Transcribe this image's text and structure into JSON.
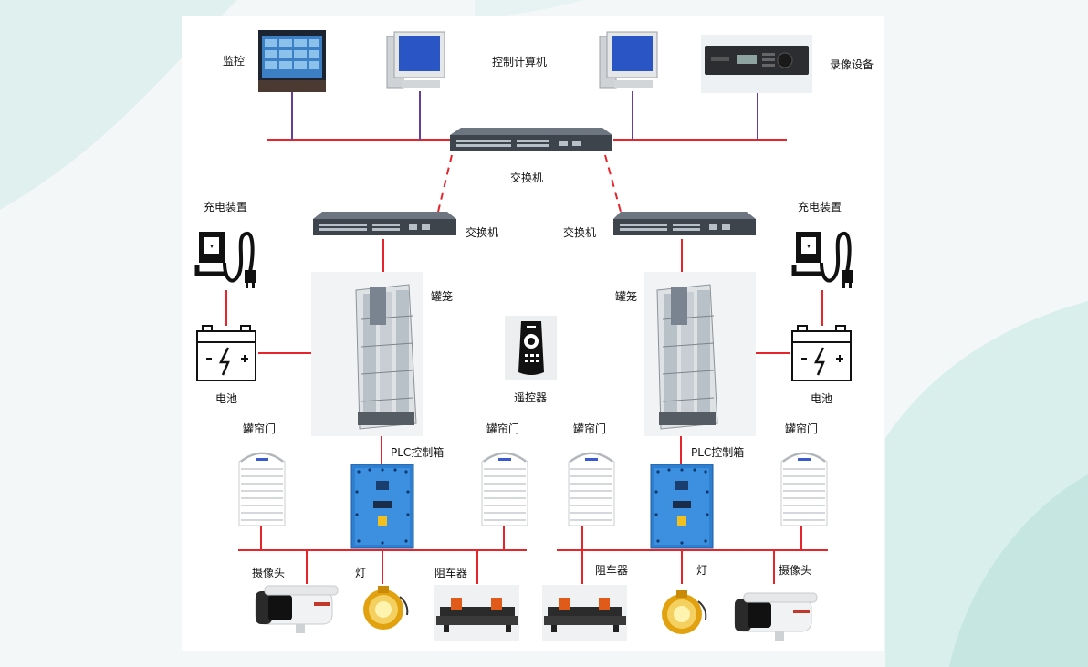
{
  "colors": {
    "line": "#e8242b",
    "link": "#6a3d9a",
    "background": "#f4f7f8",
    "panel": "#ffffff",
    "accent": "#bfe3e1"
  },
  "labels": {
    "monitor": "监控",
    "control_computer": "控制计算机",
    "recorder": "录像设备",
    "core_switch": "交换机",
    "switch_left": "交换机",
    "switch_right": "交换机",
    "charger_left": "充电装置",
    "charger_right": "充电装置",
    "battery_left": "电池",
    "battery_right": "电池",
    "cage_left": "罐笼",
    "cage_right": "罐笼",
    "remote": "遥控器",
    "door_1": "罐帘门",
    "door_2": "罐帘门",
    "door_3": "罐帘门",
    "door_4": "罐帘门",
    "plc_left": "PLC控制箱",
    "plc_right": "PLC控制箱",
    "camera_left": "摄像头",
    "lamp_left": "灯",
    "stopper_left": "阻车器",
    "stopper_right": "阻车器",
    "lamp_right": "灯",
    "camera_right": "摄像头"
  },
  "icons": {
    "monitor_wall": "video-wall-icon",
    "computer": "desktop-computer-icon",
    "recorder": "dvr-recorder-icon",
    "switch": "network-switch-icon",
    "charger": "charger-icon",
    "battery": "battery-icon",
    "cage": "mine-cage-icon",
    "remote": "remote-control-icon",
    "door": "shutter-door-icon",
    "plc": "plc-cabinet-icon",
    "camera": "bullet-camera-icon",
    "lamp": "explosion-proof-lamp-icon",
    "stopper": "car-stopper-icon"
  }
}
